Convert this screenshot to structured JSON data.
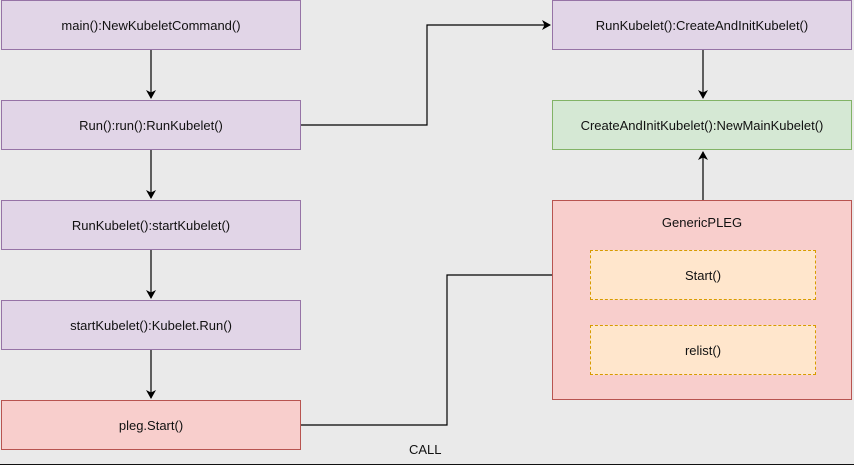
{
  "nodes": {
    "main": "main():NewKubeletCommand()",
    "run": "Run():run():RunKubelet()",
    "run_kubelet": "RunKubelet():startKubelet()",
    "start_kubelet": "startKubelet():Kubelet.Run()",
    "pleg_start": "pleg.Start()",
    "create_and_init": "RunKubelet():CreateAndInitKubelet()",
    "new_main_kubelet": "CreateAndInitKubelet():NewMainKubelet()",
    "generic_pleg": "GenericPLEG",
    "start": "Start()",
    "relist": "relist()"
  },
  "edge_labels": {
    "call": "CALL"
  },
  "colors": {
    "purple_fill": "#e1d5e7",
    "purple_stroke": "#9673a6",
    "green_fill": "#d5e8d4",
    "green_stroke": "#82b366",
    "red_fill": "#f8cecc",
    "red_stroke": "#b85450",
    "orange_fill": "#ffe6cc",
    "orange_stroke": "#d79b00"
  }
}
